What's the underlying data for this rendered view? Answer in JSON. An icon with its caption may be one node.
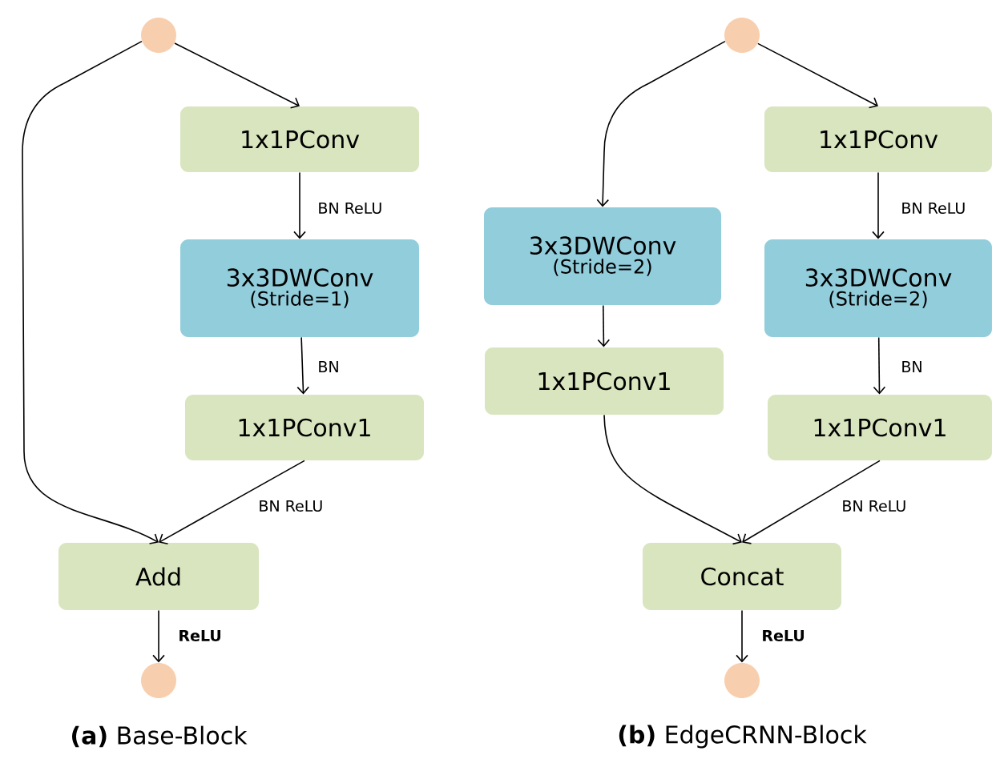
{
  "diagram": {
    "nodes": [
      {
        "text": [],
        "shape": "circle"
      },
      {
        "text": [
          "1x1PConv"
        ]
      },
      {
        "text": [
          "3x3DWConv",
          "(Stride=1)"
        ]
      },
      {
        "text": [
          "1x1PConv1"
        ]
      },
      {
        "text": [
          "Add"
        ]
      },
      {
        "text": [],
        "shape": "circle"
      },
      {
        "text": [],
        "shape": "circle"
      },
      {
        "text": [
          "3x3DWConv",
          "(Stride=2)"
        ]
      },
      {
        "text": [
          "1x1PConv1"
        ]
      },
      {
        "text": [
          "1x1PConv"
        ]
      },
      {
        "text": [
          "3x3DWConv",
          "(Stride=2)"
        ]
      },
      {
        "text": [
          "1x1PConv1"
        ]
      },
      {
        "text": [
          "Concat"
        ]
      },
      {
        "text": [],
        "shape": "circle"
      }
    ],
    "edges": [
      {
        "from": 0,
        "to": 1,
        "arrow": "to"
      },
      {
        "from": 0,
        "to": 4,
        "arrow": "to"
      },
      {
        "from": 1,
        "to": 2,
        "arrow": "to",
        "label": "BN ReLU"
      },
      {
        "from": 2,
        "to": 3,
        "arrow": "to",
        "label": "BN"
      },
      {
        "from": 3,
        "to": 4,
        "arrow": "to",
        "label": "BN ReLU"
      },
      {
        "from": 4,
        "to": 5,
        "arrow": "to",
        "label": "ReLU"
      },
      {
        "from": 6,
        "to": 7,
        "arrow": "to"
      },
      {
        "from": 6,
        "to": 9,
        "arrow": "to"
      },
      {
        "from": 7,
        "to": 8,
        "arrow": "to"
      },
      {
        "from": 8,
        "to": 12,
        "arrow": "to"
      },
      {
        "from": 9,
        "to": 10,
        "arrow": "to",
        "label": "BN ReLU"
      },
      {
        "from": 10,
        "to": 11,
        "arrow": "to",
        "label": "BN"
      },
      {
        "from": 11,
        "to": 12,
        "arrow": "to",
        "label": "BN ReLU"
      },
      {
        "from": 12,
        "to": 13,
        "arrow": "to",
        "label": "ReLU"
      }
    ],
    "labels": [
      "**(a)** Base-Block",
      "**(b)** EdgeCRNN-Block"
    ]
  }
}
